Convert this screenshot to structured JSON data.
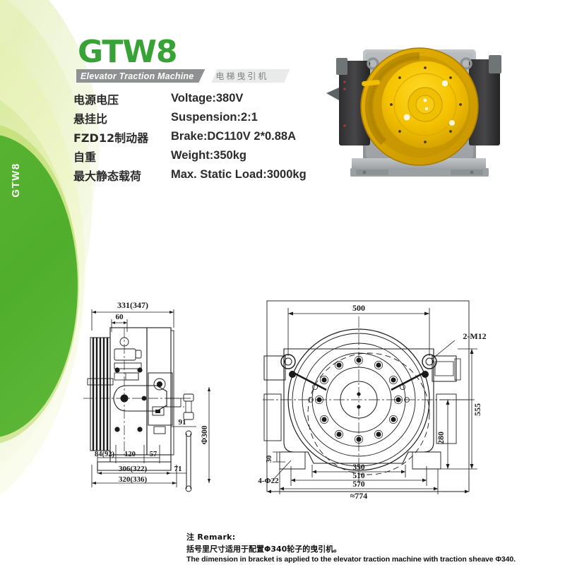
{
  "brand": {
    "model": "GTW8",
    "subtitle_en": "Elevator Traction Machine",
    "subtitle_cn": "电梯曳引机",
    "sidebar_label": "GTW8",
    "accent_green": "#37a336",
    "leaf_green": "#55b12f",
    "banner_gray": "#8e9192"
  },
  "specs": [
    {
      "cn": "电源电压",
      "en": "Voltage:380V"
    },
    {
      "cn": "悬挂比",
      "en": "Suspension:2:1"
    },
    {
      "cn": "FZD12制动器",
      "en": "Brake:DC110V 2*0.88A"
    },
    {
      "cn": "自重",
      "en": "Weight:350kg"
    },
    {
      "cn": "最大静态载荷",
      "en": "Max. Static Load:3000kg"
    }
  ],
  "photo": {
    "alt": "elevator gearless traction machine",
    "sheave_color": "#f5c400",
    "frame_color": "#9ea2a5",
    "brake_color": "#3b3b3d"
  },
  "drawing_left": {
    "title": "side-elevation",
    "dimensions": {
      "top_overall": "331(347)",
      "top_inner": "60",
      "bottom_a": "84(92)",
      "bottom_b": "120",
      "bottom_c": "57",
      "bottom_total_1": "306(322)",
      "bottom_total_2": "320(336)",
      "right_upper": "91",
      "right_lower": "71",
      "sheave_dia": "Φ300"
    }
  },
  "drawing_right": {
    "title": "front-elevation",
    "dimensions": {
      "top_overall": "500",
      "callout_bolt": "2-M12",
      "callout_hole": "4-Φ22",
      "height_outer": "555",
      "height_inner": "280",
      "foot_height": "30",
      "bottom_1": "350",
      "bottom_2": "510",
      "bottom_3": "570",
      "bottom_4": "≈774"
    }
  },
  "remark": {
    "title": "注  Remark:",
    "cn": "括号里尺寸适用于配置Φ340轮子的曳引机。",
    "en": "The dimension in bracket is applied to the elevator traction machine with traction sheave  Φ340."
  }
}
